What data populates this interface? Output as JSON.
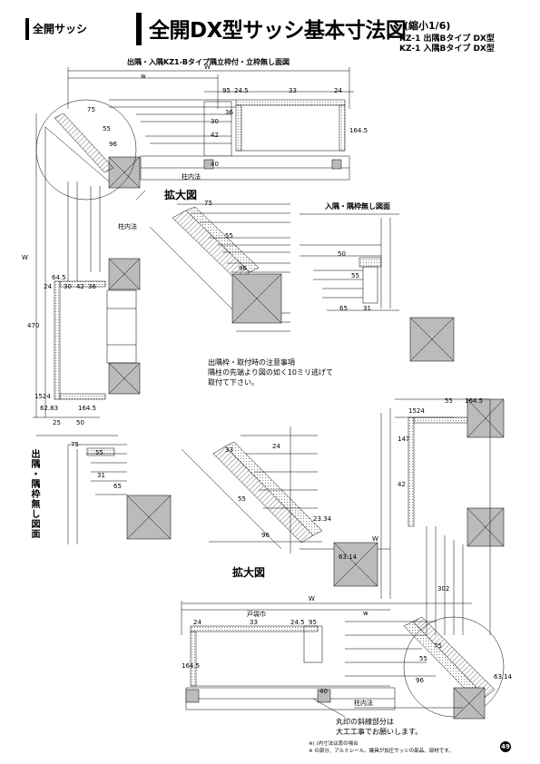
{
  "header": {
    "section_label": "全開サッシ",
    "title": "全開DX型サッシ基本寸法図",
    "scale": "(縮小1/6)",
    "types": [
      "KZ-1 出隅Bタイプ DX型",
      "KZ-1 入隅Bタイプ DX型"
    ]
  },
  "drawing": {
    "subtitle": "出隅・入隅KZ1-Bタイプ隅立枠付・立枠無し面図",
    "enlarged_label_1": "拡大図",
    "enlarged_label_2": "拡大図",
    "no_frame_label_1": "入隅・隅枠無し図面",
    "no_frame_label_2": "出隅・隅枠無し図面",
    "pillar_label": "柱内法",
    "pillar_label_2": "柱内法",
    "pillar_label_3": "柱内法",
    "door_label": "戸袋巾",
    "dims": {
      "w": "W",
      "w_lower": "w",
      "d95": "95",
      "d24": "24",
      "d245": "24.5",
      "d33": "33",
      "d75": "75",
      "d55": "55",
      "d96": "96",
      "d1645": "164.5",
      "d65": "65",
      "d31": "31",
      "d50": "50",
      "d40": "40",
      "d42": "42",
      "d36": "36",
      "d30": "30",
      "d645": "64.5",
      "d470": "470",
      "d1524": "1524",
      "d6283": "62.83",
      "d25": "25",
      "d2334": "23.34",
      "d6314": "63.14",
      "d147": "147",
      "d302": "302"
    },
    "note_lines": [
      "出隅枠・取付時の注意事項",
      "隅柱の先端より図の如く10ミリ逃げて",
      "取付て下さい。"
    ],
    "bottom_note_lines": [
      "丸印の斜線部分は",
      "大工工事でお願いします。"
    ],
    "footnotes": [
      "※(  )内寸法は窓の場合",
      "※       の部分、アルミレール、鍵具が加圧サッシの部品、部材です。"
    ],
    "page_number": "49"
  },
  "colors": {
    "ink": "#000000",
    "hatch": "#666666",
    "grey": "#bbbbbb"
  }
}
